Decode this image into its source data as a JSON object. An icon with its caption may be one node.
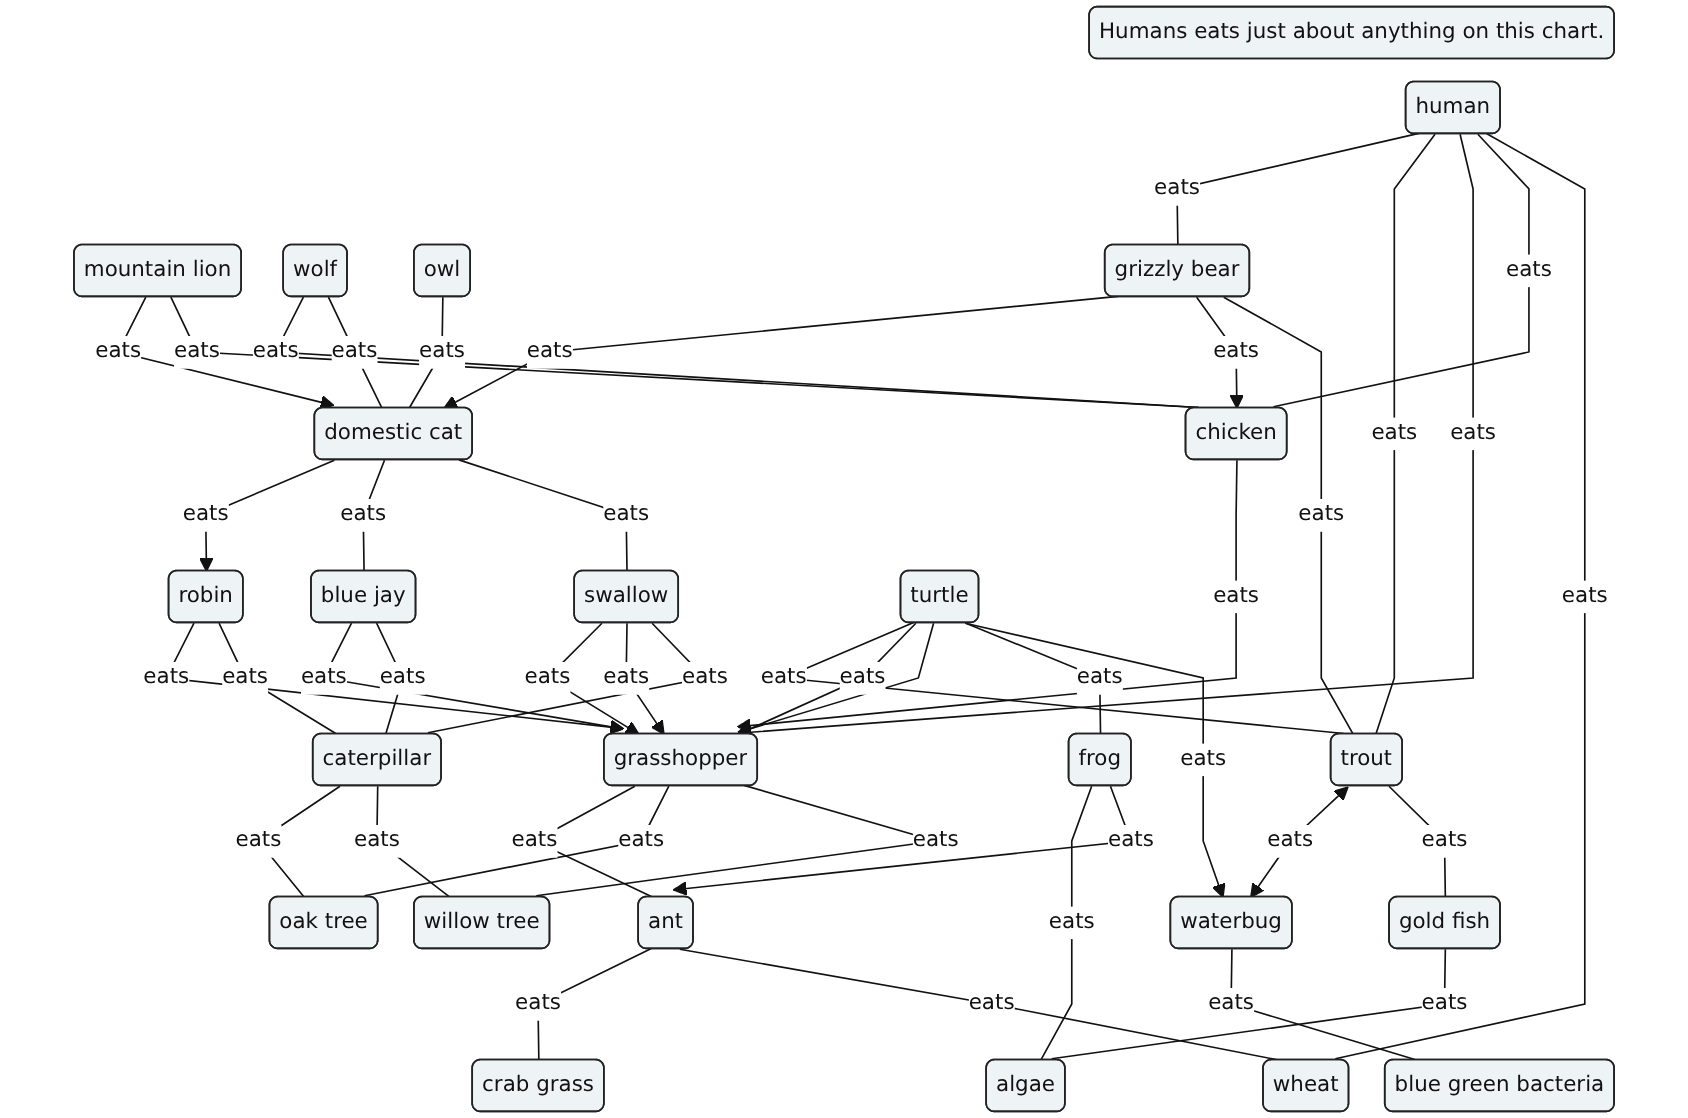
{
  "diagram": {
    "nodes": [
      {
        "text": [
          "human"
        ]
      },
      {
        "text": [
          "Humans eats just about anything on this chart."
        ]
      },
      {
        "text": [
          "mountain lion"
        ]
      },
      {
        "text": [
          "wolf"
        ]
      },
      {
        "text": [
          "owl"
        ]
      },
      {
        "text": [
          "grizzly bear"
        ]
      },
      {
        "text": [
          "domestic cat"
        ]
      },
      {
        "text": [
          "chicken"
        ]
      },
      {
        "text": [
          "robin"
        ]
      },
      {
        "text": [
          "grasshopper"
        ]
      },
      {
        "text": [
          "trout"
        ]
      },
      {
        "text": [
          "blue jay"
        ]
      },
      {
        "text": [
          "swallow"
        ]
      },
      {
        "text": [
          "turtle"
        ]
      },
      {
        "text": [
          "waterbug"
        ]
      },
      {
        "text": [
          "gold fish"
        ]
      },
      {
        "text": [
          "frog"
        ]
      },
      {
        "text": [
          "ant"
        ]
      },
      {
        "text": [
          "caterpillar"
        ]
      },
      {
        "text": [
          "algae"
        ]
      },
      {
        "text": [
          "crab grass"
        ]
      },
      {
        "text": [
          "wheat"
        ]
      },
      {
        "text": [
          "oak tree"
        ]
      },
      {
        "text": [
          "willow tree"
        ]
      },
      {
        "text": [
          "blue green bacteria"
        ]
      }
    ],
    "edges": [
      {
        "from": 0,
        "to": 5,
        "arrow": "none",
        "label": "eats"
      },
      {
        "from": 0,
        "to": 10,
        "arrow": "none",
        "label": "eats"
      },
      {
        "from": 0,
        "to": 9,
        "arrow": "none",
        "label": "eats"
      },
      {
        "from": 0,
        "to": 7,
        "arrow": "none",
        "label": "eats"
      },
      {
        "from": 0,
        "to": 21,
        "arrow": "none",
        "label": "eats"
      },
      {
        "from": 2,
        "to": 6,
        "arrow": "to",
        "label": "eats"
      },
      {
        "from": 2,
        "to": 7,
        "arrow": "none",
        "label": "eats"
      },
      {
        "from": 3,
        "to": 7,
        "arrow": "none",
        "label": "eats"
      },
      {
        "from": 3,
        "to": 6,
        "arrow": "none",
        "label": "eats"
      },
      {
        "from": 4,
        "to": 6,
        "arrow": "none",
        "label": "eats"
      },
      {
        "from": 5,
        "to": 6,
        "arrow": "to",
        "label": "eats"
      },
      {
        "from": 5,
        "to": 7,
        "arrow": "to",
        "label": "eats"
      },
      {
        "from": 5,
        "to": 10,
        "arrow": "none",
        "label": "eats"
      },
      {
        "from": 6,
        "to": 8,
        "arrow": "to",
        "label": "eats"
      },
      {
        "from": 6,
        "to": 11,
        "arrow": "none",
        "label": "eats"
      },
      {
        "from": 6,
        "to": 12,
        "arrow": "none",
        "label": "eats"
      },
      {
        "from": 7,
        "to": 9,
        "arrow": "to",
        "label": "eats"
      },
      {
        "from": 8,
        "to": 9,
        "arrow": "to",
        "label": "eats"
      },
      {
        "from": 8,
        "to": 18,
        "arrow": "none",
        "label": "eats"
      },
      {
        "from": 11,
        "to": 9,
        "arrow": "to",
        "label": "eats"
      },
      {
        "from": 12,
        "to": 9,
        "arrow": "to",
        "label": "eats"
      },
      {
        "from": 12,
        "to": 9,
        "arrow": "to",
        "label": "eats"
      },
      {
        "from": 11,
        "to": 18,
        "arrow": "none",
        "label": "eats"
      },
      {
        "from": 12,
        "to": 18,
        "arrow": "none",
        "label": "eats"
      },
      {
        "from": 13,
        "to": 10,
        "arrow": "none",
        "label": "eats"
      },
      {
        "from": 13,
        "to": 9,
        "arrow": "to",
        "label": "eats"
      },
      {
        "from": 13,
        "to": 9,
        "arrow": "to"
      },
      {
        "from": 13,
        "to": 16,
        "arrow": "none",
        "label": "eats"
      },
      {
        "from": 10,
        "to": 14,
        "arrow": "both",
        "label": "eats"
      },
      {
        "from": 13,
        "to": 14,
        "arrow": "to",
        "label": "eats"
      },
      {
        "from": 10,
        "to": 15,
        "arrow": "none",
        "label": "eats"
      },
      {
        "from": 15,
        "to": 19,
        "arrow": "none",
        "label": "eats"
      },
      {
        "from": 16,
        "to": 19,
        "arrow": "none",
        "label": "eats"
      },
      {
        "from": 16,
        "to": 17,
        "arrow": "to",
        "label": "eats"
      },
      {
        "from": 9,
        "to": 17,
        "arrow": "none",
        "label": "eats"
      },
      {
        "from": 9,
        "to": 22,
        "arrow": "none",
        "label": "eats"
      },
      {
        "from": 9,
        "to": 23,
        "arrow": "none",
        "label": "eats"
      },
      {
        "from": 18,
        "to": 22,
        "arrow": "none",
        "label": "eats"
      },
      {
        "from": 18,
        "to": 23,
        "arrow": "none",
        "label": "eats"
      },
      {
        "from": 17,
        "to": 20,
        "arrow": "none",
        "label": "eats"
      },
      {
        "from": 17,
        "to": 21,
        "arrow": "none",
        "label": "eats"
      },
      {
        "from": 14,
        "to": 24,
        "arrow": "none",
        "label": "eats"
      }
    ]
  }
}
